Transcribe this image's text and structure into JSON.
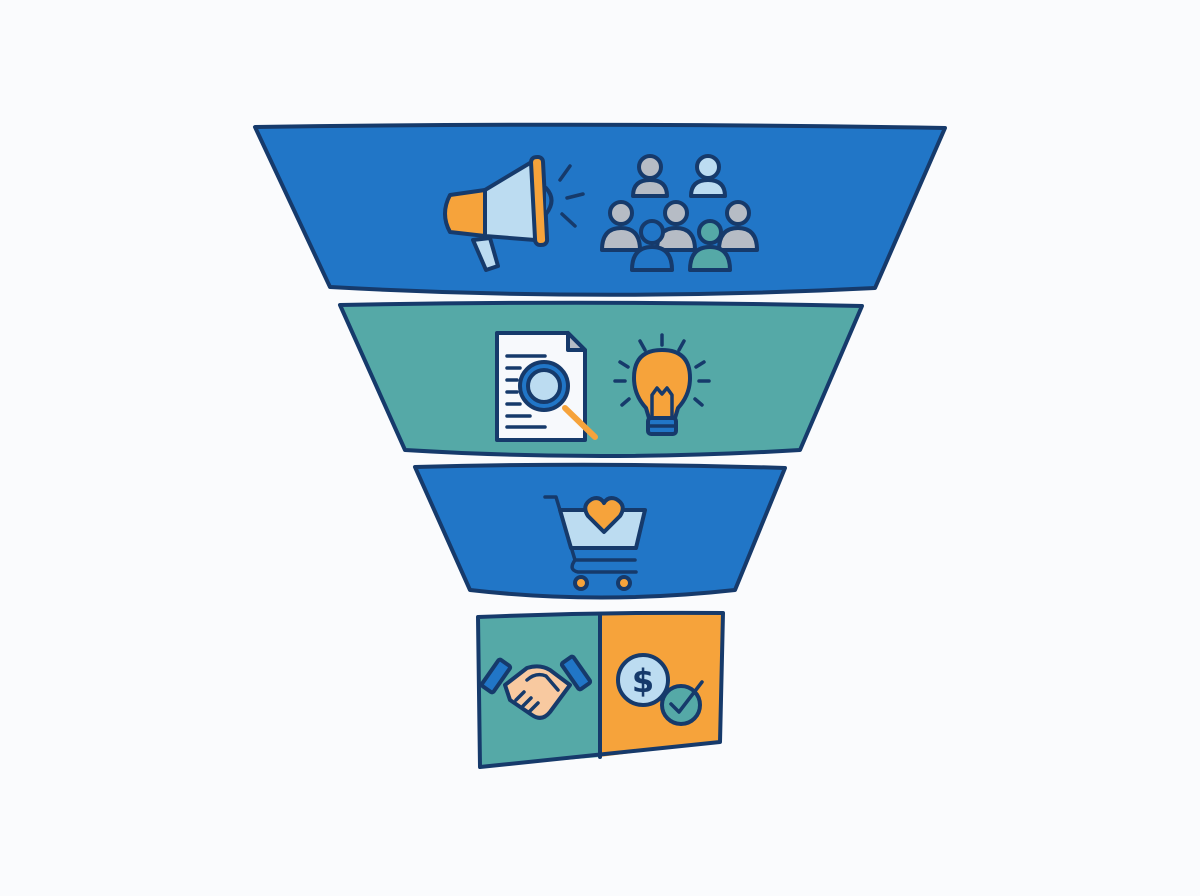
{
  "diagram": {
    "type": "sales-funnel",
    "colors": {
      "blue": "#2176c7",
      "teal": "#55a9a7",
      "orange": "#f6a33b",
      "outline": "#163a6b",
      "light_blue": "#bcdcf1",
      "gray": "#b6bcc5",
      "skin": "#f8c9a0",
      "background": "#fafbfd"
    },
    "stages": [
      {
        "color": "blue",
        "icons": [
          "megaphone-icon",
          "crowd-icon"
        ]
      },
      {
        "color": "teal",
        "icons": [
          "document-search-icon",
          "lightbulb-icon"
        ]
      },
      {
        "color": "blue",
        "icons": [
          "cart-heart-icon"
        ]
      },
      {
        "color": "split-teal-orange",
        "icons": [
          "handshake-icon",
          "dollar-check-icon"
        ]
      }
    ],
    "coin_symbol": "$"
  }
}
